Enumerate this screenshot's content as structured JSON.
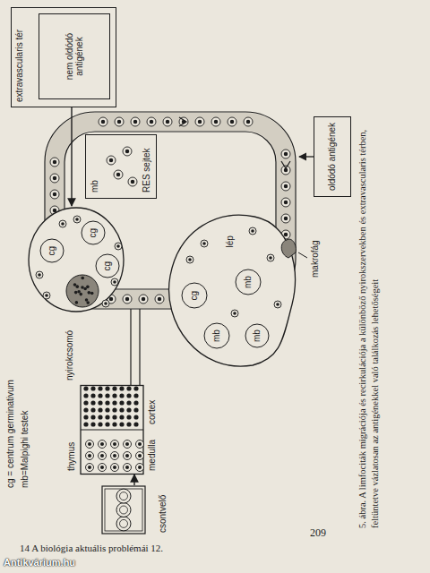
{
  "diagram": {
    "caption": "5. ábra. A limfociták migrációja és recirkulációja a különböző nyirokszervekben és extravascularis térben, feltüntetve vázlatosan az antigénekkel való találkozás lehetőségeit",
    "nodes": [
      {
        "text": [
          "extravascularis tér"
        ]
      },
      {
        "text": [
          "nem oldódó antigének"
        ],
        "in": 0
      },
      {
        "text": [
          "oldódó antigének"
        ]
      },
      {
        "text": [
          "mb",
          "RES sejtek"
        ]
      },
      {
        "text": [
          "nyirokcsomó",
          "cg",
          "cg",
          "cg"
        ]
      },
      {
        "text": [
          "lép",
          "mb",
          "cg",
          "mb",
          "mb"
        ]
      },
      {
        "text": [
          "thymus",
          "medulla",
          "cortex"
        ]
      },
      {
        "text": [
          "csontvelő"
        ]
      }
    ],
    "edges": [
      {
        "from": 0,
        "to": 4,
        "arrow": "to"
      },
      {
        "from": 7,
        "to": 6,
        "arrow": "to"
      }
    ],
    "labels": [
      "cg = centrum germinativum",
      "mb=Malpighi testek",
      "makrofág",
      "209",
      "14 A biológia aktuális problémái 12.",
      "Antikvárium.hu"
    ]
  }
}
